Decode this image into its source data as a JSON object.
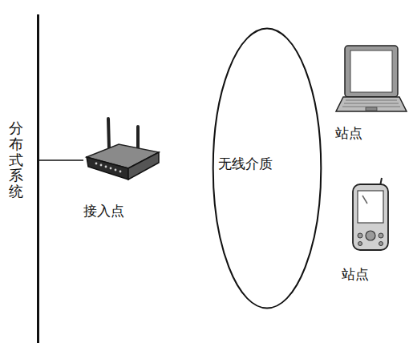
{
  "diagram": {
    "nodes": [
      {
        "text": [
          "分布式系统"
        ]
      },
      {
        "text": [
          "接入点"
        ]
      },
      {
        "text": [
          "无线介质"
        ]
      },
      {
        "text": [
          "站点"
        ]
      },
      {
        "text": [
          "站点"
        ]
      }
    ],
    "edges": [
      {
        "from": 0,
        "to": 1,
        "arrow": "none"
      }
    ]
  }
}
